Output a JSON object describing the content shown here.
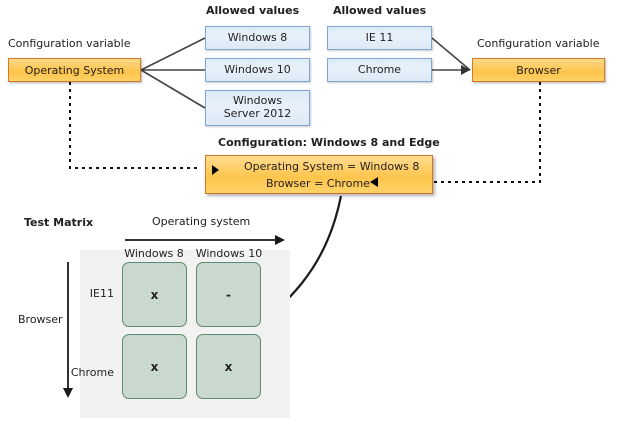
{
  "diagram": {
    "title_left": "Configuration variable",
    "title_right": "Configuration variable",
    "allowed_values_label_left": "Allowed values",
    "allowed_values_label_right": "Allowed values"
  },
  "variables": {
    "os": {
      "name": "Operating System",
      "allowed_values": [
        "Windows 8",
        "Windows 10",
        "Windows\nServer 2012"
      ],
      "allowed_values_display": [
        "Windows 8",
        "Windows 10",
        "Windows Server 2012"
      ]
    },
    "browser": {
      "name": "Browser",
      "allowed_values": [
        "IE 11",
        "Chrome"
      ]
    }
  },
  "configuration": {
    "caption": "Configuration: Windows 8 and Edge",
    "lines": [
      "Operating System = Windows 8",
      "Browser = Chrome"
    ]
  },
  "matrix": {
    "title": "Test Matrix",
    "x_axis_label": "Operating system",
    "y_axis_label": "Browser",
    "columns": [
      "Windows 8",
      "Windows 10"
    ],
    "rows": [
      "IE11",
      "Chrome"
    ],
    "cells": [
      [
        "x",
        "-"
      ],
      [
        "x",
        "x"
      ]
    ]
  },
  "colors": {
    "orange_fill": "#fdc44a",
    "orange_border": "#d6792a",
    "blue_fill": "#e3eef8",
    "blue_border": "#7fa6d0",
    "cell_fill": "#c9d9cf",
    "cell_border": "#5e8b70",
    "backdrop": "#f2f2f2",
    "line": "#3f3f3f"
  }
}
